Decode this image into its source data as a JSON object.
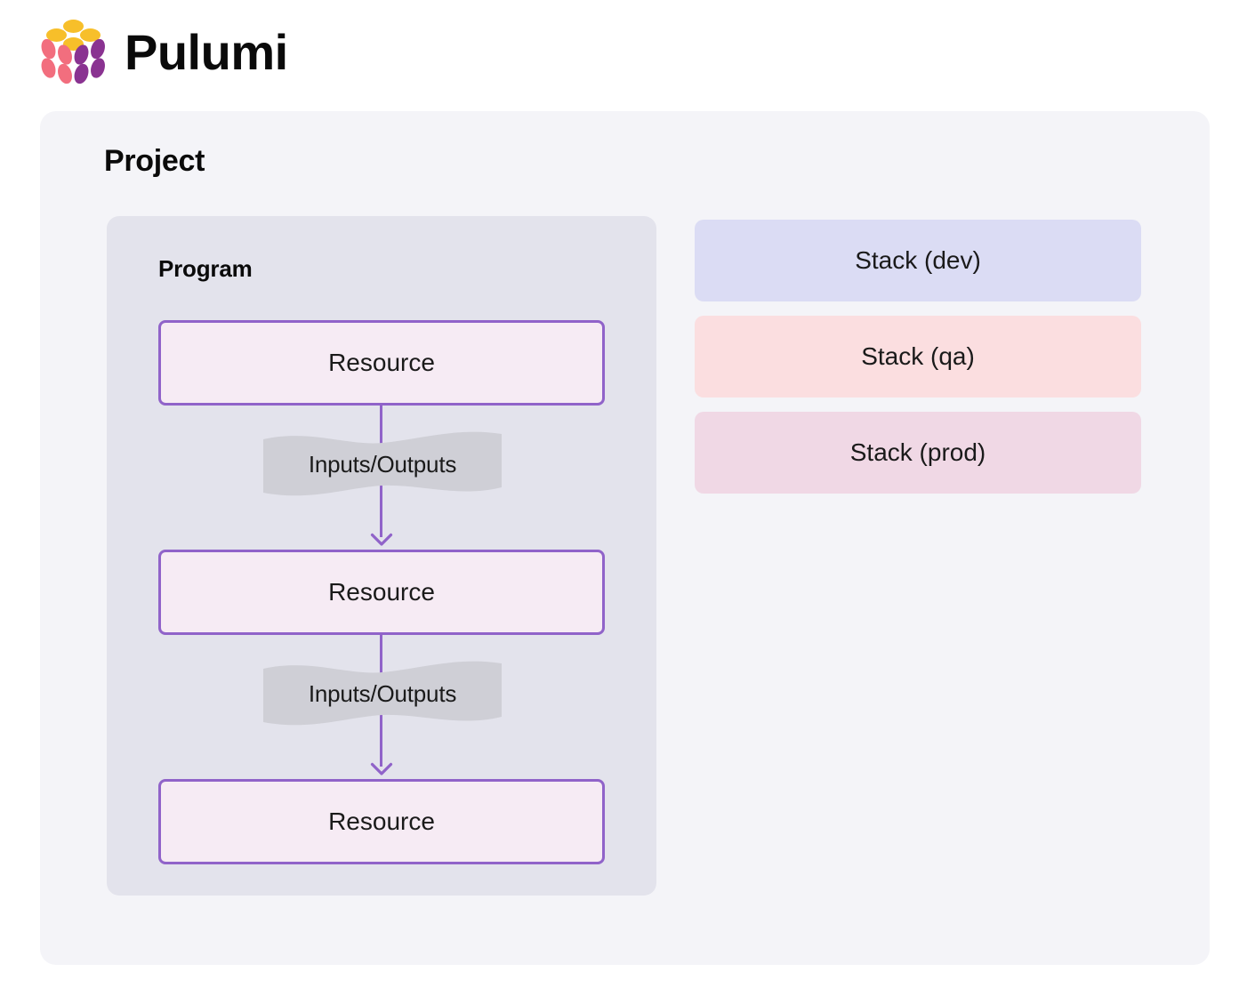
{
  "brand": {
    "name": "Pulumi",
    "logo_icon": "pulumi-raspberry-logo",
    "logo_colors": {
      "yellow": "#f7bf2a",
      "pink": "#f26e7e",
      "purple": "#8a3391"
    }
  },
  "project": {
    "title": "Project",
    "background": "#f4f4f8"
  },
  "program": {
    "title": "Program",
    "background": "#e3e3ec",
    "resources": [
      {
        "label": "Resource"
      },
      {
        "label": "Resource"
      },
      {
        "label": "Resource"
      }
    ],
    "connectors": [
      {
        "label": "Inputs/Outputs"
      },
      {
        "label": "Inputs/Outputs"
      }
    ],
    "resource_colors": {
      "fill": "#f6ebf4",
      "border": "#9063c9"
    },
    "connector_colors": {
      "line": "#9063c9",
      "ribbon": "#cfcfd6"
    }
  },
  "stacks": [
    {
      "label": "Stack (dev)",
      "color": "#dbdcf4"
    },
    {
      "label": "Stack (qa)",
      "color": "#fbdee0"
    },
    {
      "label": "Stack (prod)",
      "color": "#f0d8e5"
    }
  ]
}
